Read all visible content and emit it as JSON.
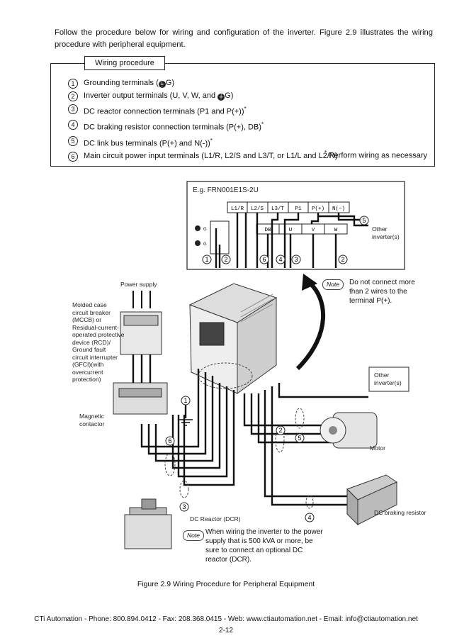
{
  "intro": "Follow the procedure below for wiring and configuration of the inverter. Figure 2.9 illustrates the wiring procedure with peripheral equipment.",
  "procedure": {
    "title": "Wiring procedure",
    "steps": [
      {
        "num": "1",
        "pre": "Grounding terminals (",
        "gnd": "G",
        "post": ")"
      },
      {
        "num": "2",
        "pre": "Inverter output terminals (U, V, W, and ",
        "gnd": "G",
        "post": ")"
      },
      {
        "num": "3",
        "pre": "DC reactor connection terminals (P1 and P(+))",
        "star": "*"
      },
      {
        "num": "4",
        "pre": "DC braking resistor connection terminals (P(+), DB)",
        "star": "*"
      },
      {
        "num": "5",
        "pre": "DC link bus terminals (P(+) and N(-))",
        "star": "*"
      },
      {
        "num": "6",
        "pre": "Main circuit power input terminals (L1/R, L2/S and L3/T, or L1/L and L2/N)"
      }
    ],
    "footnote_star": "*",
    "footnote": "Perform wiring as necessary"
  },
  "figure": {
    "model": "E.g. FRN001E1S-2U",
    "terminals_top": [
      "L1/R",
      "L2/S",
      "L3/T",
      "P1",
      "P(+)",
      "N(−)"
    ],
    "terminals_bottom": [
      "DB",
      "U",
      "V",
      "W"
    ],
    "ground_labels": [
      "G",
      "G"
    ],
    "step_marks": [
      "1",
      "2",
      "6",
      "4",
      "3",
      "2",
      "5"
    ],
    "other_inverters_top": "Other\ninverter(s)",
    "other_inverters_right": "Other\ninverter(s)",
    "power_supply": "Power supply",
    "breaker": "Molded case\ncircuit breaker\n(MCCB) or\nResidual-current-\noperated protective\ndevice (RCD)/\nGround fault\ncircuit interrupter\n(GFCI)(with\novercurrent\nprotection)",
    "contactor": "Magnetic\ncontactor",
    "motor": "Motor",
    "dcr": "DC Reactor (DCR)",
    "braking": "DC braking resistor",
    "note_label": "Note",
    "note1": "Do not connect more than 2 wires to the terminal P(+).",
    "note2": "When wiring the inverter to the power supply that is 500 kVA or more, be sure to connect an optional DC reactor (DCR).",
    "caption": "Figure 2.9  Wiring Procedure for Peripheral Equipment"
  },
  "footer": "CTi Automation - Phone: 800.894.0412 - Fax: 208.368.0415 - Web: www.ctiautomation.net - Email: info@ctiautomation.net",
  "page_number": "2-12",
  "colors": {
    "ink": "#111111",
    "box": "#222222"
  }
}
